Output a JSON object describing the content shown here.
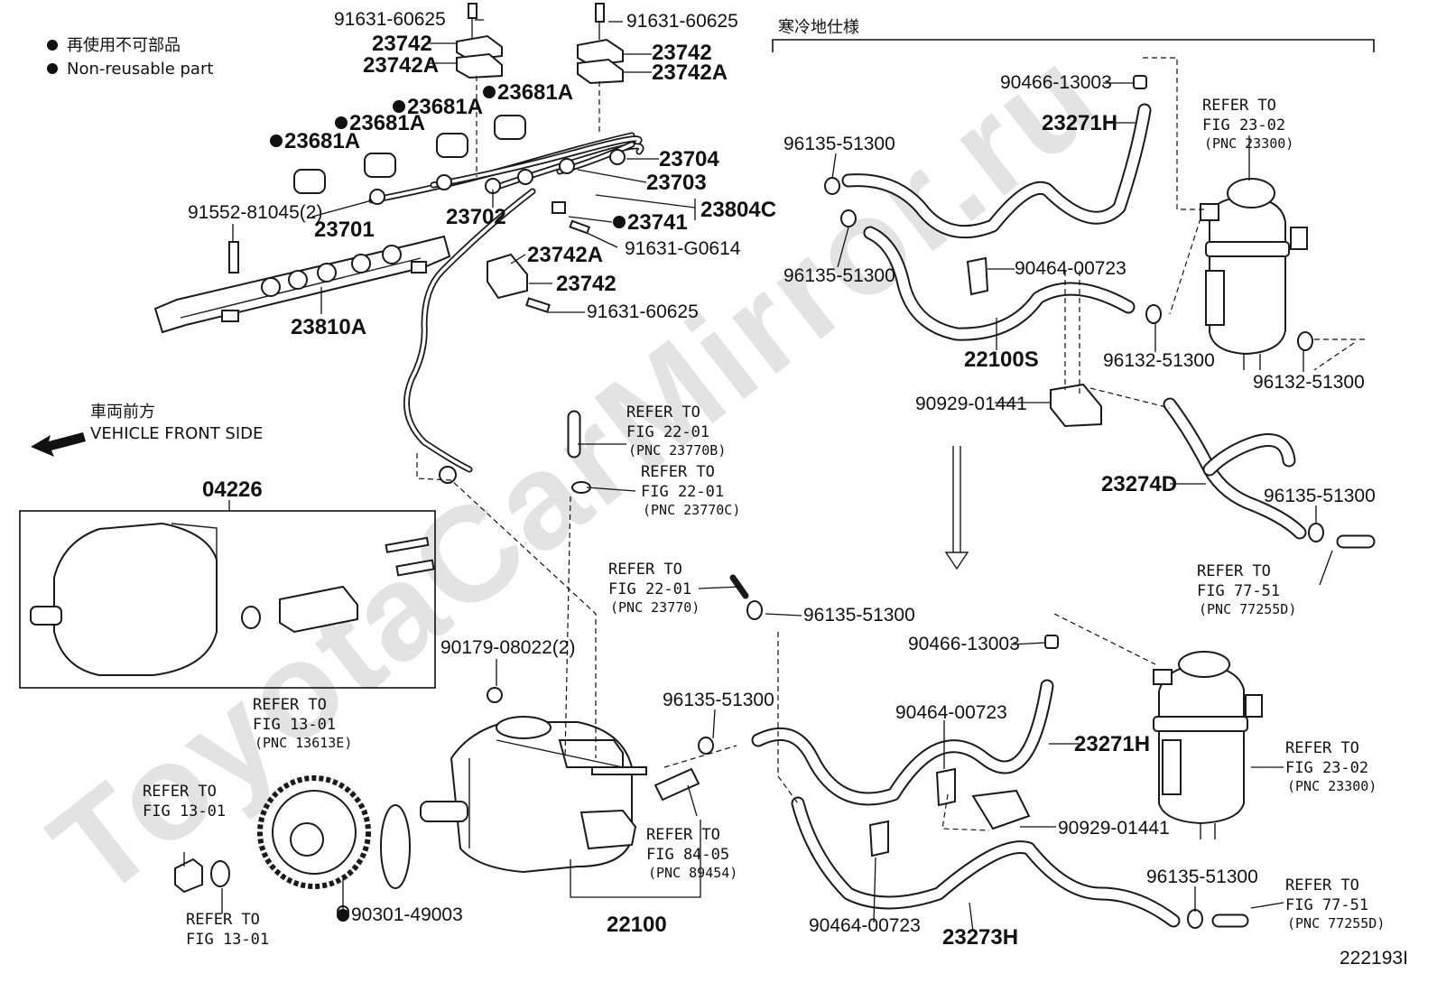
{
  "legend": {
    "line_ja": "再使用不可部品",
    "line_en": "Non-reusable part"
  },
  "direction": {
    "label_ja": "車両前方",
    "label_en": "VEHICLE FRONT SIDE"
  },
  "section_title_ja": "寒冷地仕様",
  "figure_code": "222193I",
  "watermark": "ToyotaCarMirror.ru",
  "parts": {
    "p_9163160625_top_a": "91631-60625",
    "p_9163160625_top_b": "91631-60625",
    "p_23742_a": "23742",
    "p_23742A_a": "23742A",
    "p_23742_b": "23742",
    "p_23742A_b": "23742A",
    "p_23681A_1": "23681A",
    "p_23681A_2": "23681A",
    "p_23681A_3": "23681A",
    "p_23681A_4": "23681A",
    "p_23704": "23704",
    "p_23703": "23703",
    "p_23804C": "23804C",
    "p_23741": "23741",
    "p_91631G0614": "91631-G0614",
    "p_9155281045": "91552-81045(2)",
    "p_23701": "23701",
    "p_23702": "23702",
    "p_23742A_c": "23742A",
    "p_23742_c": "23742",
    "p_9163160625_mid": "91631-60625",
    "p_23810A": "23810A",
    "p_04226": "04226",
    "p_9017908022": "90179-08022(2)",
    "p_9030149003": "90301-49003",
    "p_22100": "22100",
    "p_9613551300_a": "96135-51300",
    "p_9613551300_b": "96135-51300",
    "p_9613551300_c": "96135-51300",
    "p_9613551300_d": "96135-51300",
    "p_9613551300_e": "96135-51300",
    "p_9613551300_f": "96135-51300",
    "p_9046613003_a": "90466-13003",
    "p_9046613003_b": "90466-13003",
    "p_23271H_a": "23271H",
    "p_23271H_b": "23271H",
    "p_9046400723_a": "90464-00723",
    "p_9046400723_b": "90464-00723",
    "p_9046400723_c": "90464-00723",
    "p_22100S": "22100S",
    "p_9613251300_a": "96132-51300",
    "p_9613251300_b": "96132-51300",
    "p_9092901441_a": "90929-01441",
    "p_9092901441_b": "90929-01441",
    "p_23274D": "23274D",
    "p_23273H": "23273H"
  },
  "refers": [
    {
      "refer": "REFER TO",
      "fig": "FIG 23-02",
      "pnc": "(PNC 23300)"
    },
    {
      "refer": "REFER TO",
      "fig": "FIG 22-01",
      "pnc": "(PNC 23770B)"
    },
    {
      "refer": "REFER TO",
      "fig": "FIG 22-01",
      "pnc": "(PNC 23770C)"
    },
    {
      "refer": "REFER TO",
      "fig": "FIG 22-01",
      "pnc": "(PNC 23770)"
    },
    {
      "refer": "REFER TO",
      "fig": "FIG 13-01",
      "pnc": "(PNC 13613E)"
    },
    {
      "refer": "REFER TO",
      "fig": "FIG 13-01"
    },
    {
      "refer": "REFER TO",
      "fig": "FIG 13-01"
    },
    {
      "refer": "REFER TO",
      "fig": "FIG 84-05",
      "pnc": "(PNC 89454)"
    },
    {
      "refer": "REFER TO",
      "fig": "FIG 77-51",
      "pnc": "(PNC 77255D)"
    },
    {
      "refer": "REFER TO",
      "fig": "FIG 23-02",
      "pnc": "(PNC 23300)"
    },
    {
      "refer": "REFER TO",
      "fig": "FIG 77-51",
      "pnc": "(PNC 77255D)"
    }
  ]
}
